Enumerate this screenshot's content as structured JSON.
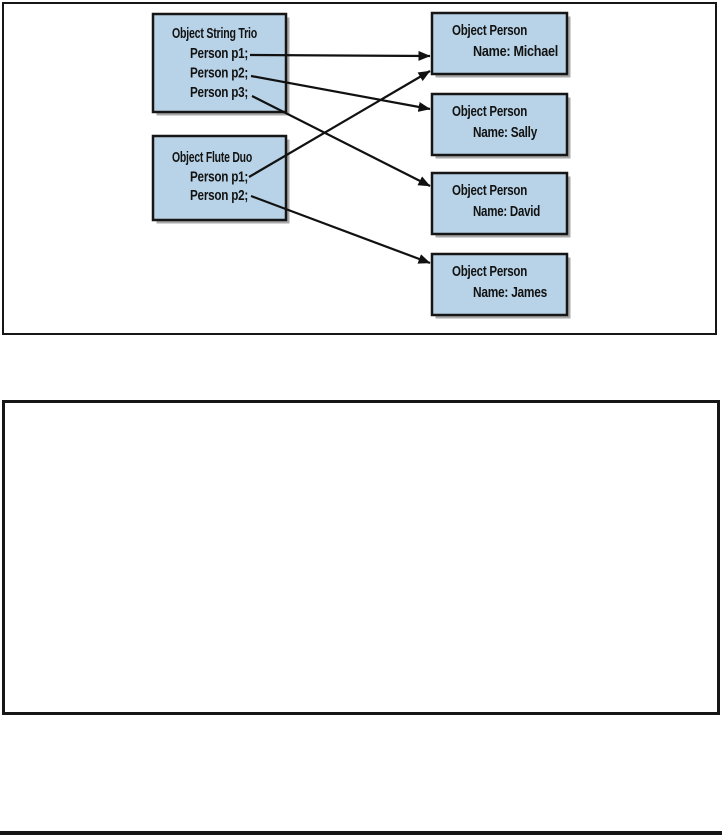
{
  "figure": {
    "group_boxes": [
      {
        "title": "Object String Trio",
        "fields": [
          "Person p1;",
          "Person p2;",
          "Person p3;"
        ]
      },
      {
        "title": "Object Flute Duo",
        "fields": [
          "Person p1;",
          "Person p2;"
        ]
      }
    ],
    "person_boxes": [
      {
        "title": "Object Person",
        "name": "Name: Michael"
      },
      {
        "title": "Object Person",
        "name": "Name: Sally"
      },
      {
        "title": "Object Person",
        "name": "Name: David"
      },
      {
        "title": "Object Person",
        "name": "Name: James"
      }
    ],
    "references": [
      {
        "from": "Object String Trio / Person p1",
        "to": "Object Person (Name: Michael)"
      },
      {
        "from": "Object String Trio / Person p2",
        "to": "Object Person (Name: Sally)"
      },
      {
        "from": "Object String Trio / Person p3",
        "to": "Object Person (Name: David)"
      },
      {
        "from": "Object Flute Duo / Person p1",
        "to": "Object Person (Name: Michael)"
      },
      {
        "from": "Object Flute Duo / Person p2",
        "to": "Object Person (Name: James)"
      }
    ],
    "colors": {
      "box_fill": "#b8d3e7",
      "box_border": "#161616",
      "arrow": "#111111",
      "frame_border": "#161616",
      "shadow": "#8c8c8c"
    }
  }
}
